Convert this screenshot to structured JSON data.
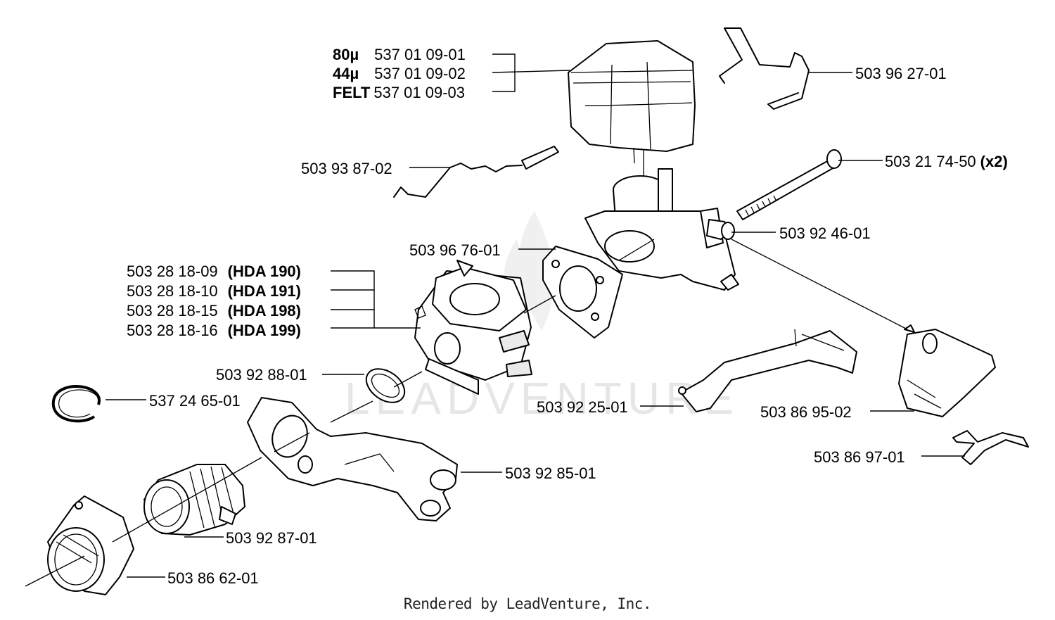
{
  "watermark": "LEADVENTURE",
  "footer": "Rendered by LeadVenture, Inc.",
  "parts": {
    "air_filter": [
      {
        "prefix": "80µ",
        "number": "537 01 09-01"
      },
      {
        "prefix": "44µ",
        "number": "537 01 09-02"
      },
      {
        "prefix": "FELT",
        "number": "537 01 09-03"
      }
    ],
    "wire_clip": "503 96 27-01",
    "choke_rod": "503 93 87-02",
    "screw": "503 21 74-50",
    "screw_qty": "(x2)",
    "sleeve": "503 92 46-01",
    "gasket": "503 96 76-01",
    "carburetor": [
      {
        "number": "503 28 18-09",
        "model": "(HDA 190)"
      },
      {
        "number": "503 28 18-10",
        "model": "(HDA 191)"
      },
      {
        "number": "503 28 18-15",
        "model": "(HDA 198)"
      },
      {
        "number": "503 28 18-16",
        "model": "(HDA 199)"
      }
    ],
    "seal_ring": "503 92 88-01",
    "circlip": "537 24 65-01",
    "throttle_rod": "503 92 25-01",
    "cover": "503 86 95-02",
    "spring_plate": "503 86 97-01",
    "intake_manifold": "503 92 85-01",
    "intake_boot": "503 92 87-01",
    "flange": "503 86 62-01"
  }
}
